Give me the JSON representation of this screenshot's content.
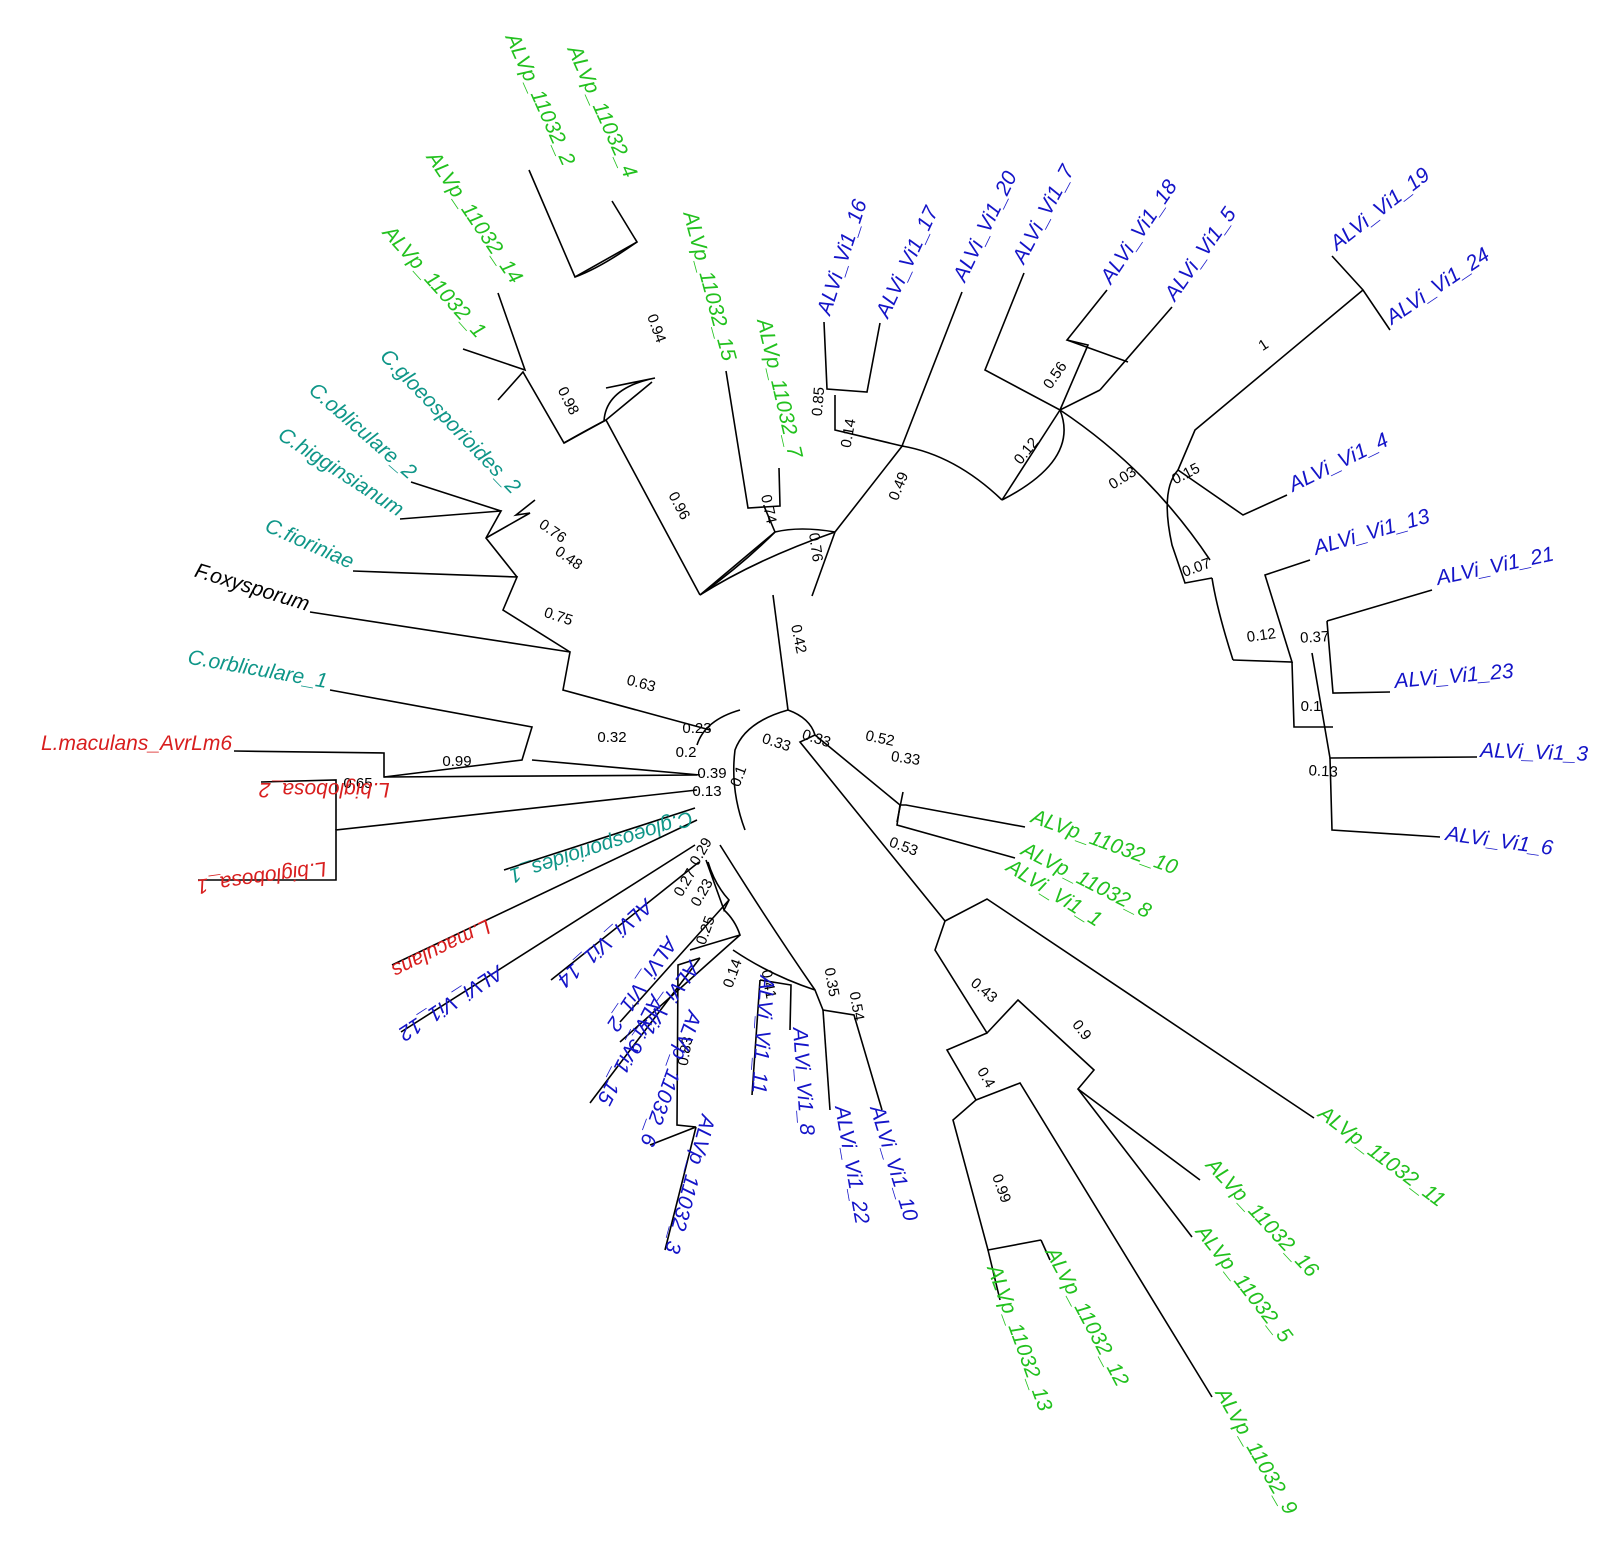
{
  "palette": {
    "alvp": "#22c11e",
    "alvi": "#1414c8",
    "colletotrichum": "#0f9688",
    "leptosphaeria": "#d81e1e",
    "fusarium": "#000000"
  },
  "tips": [
    {
      "label": "ALVp_11032_2",
      "group": "alvp"
    },
    {
      "label": "ALVp_11032_4",
      "group": "alvp"
    },
    {
      "label": "ALVp_11032_14",
      "group": "alvp"
    },
    {
      "label": "ALVp_11032_1",
      "group": "alvp"
    },
    {
      "label": "ALVp_11032_15",
      "group": "alvp"
    },
    {
      "label": "ALVp_11032_7",
      "group": "alvp"
    },
    {
      "label": "ALVi_Vi1_16",
      "group": "alvi"
    },
    {
      "label": "ALVi_Vi1_17",
      "group": "alvi"
    },
    {
      "label": "ALVi_Vi1_20",
      "group": "alvi"
    },
    {
      "label": "ALVi_Vi1_7",
      "group": "alvi"
    },
    {
      "label": "ALVi_Vi1_18",
      "group": "alvi"
    },
    {
      "label": "ALVi_Vi1_5",
      "group": "alvi"
    },
    {
      "label": "ALVi_Vi1_19",
      "group": "alvi"
    },
    {
      "label": "ALVi_Vi1_24",
      "group": "alvi"
    },
    {
      "label": "ALVi_Vi1_4",
      "group": "alvi"
    },
    {
      "label": "ALVi_Vi1_13",
      "group": "alvi"
    },
    {
      "label": "ALVi_Vi1_21",
      "group": "alvi"
    },
    {
      "label": "ALVi_Vi1_23",
      "group": "alvi"
    },
    {
      "label": "ALVi_Vi1_3",
      "group": "alvi"
    },
    {
      "label": "ALVi_Vi1_6",
      "group": "alvi"
    },
    {
      "label": "ALVp_11032_10",
      "group": "alvp"
    },
    {
      "label": "ALVp_11032_8",
      "group": "alvp"
    },
    {
      "label": "ALVi_Vi1_1",
      "group": "alvp"
    },
    {
      "label": "ALVp_11032_11",
      "group": "alvp"
    },
    {
      "label": "ALVp_11032_16",
      "group": "alvp"
    },
    {
      "label": "ALVp_11032_5",
      "group": "alvp"
    },
    {
      "label": "ALVp_11032_9",
      "group": "alvp"
    },
    {
      "label": "ALVp_11032_12",
      "group": "alvp"
    },
    {
      "label": "ALVp_11032_13",
      "group": "alvp"
    },
    {
      "label": "ALVi_Vi1_10",
      "group": "alvi"
    },
    {
      "label": "ALVi_Vi1_22",
      "group": "alvi"
    },
    {
      "label": "ALVi_Vi1_8",
      "group": "alvi"
    },
    {
      "label": "ALVi_Vi1_11",
      "group": "alvi"
    },
    {
      "label": "ALVp_11032_3",
      "group": "alvi"
    },
    {
      "label": "ALVp_11032_6",
      "group": "alvi"
    },
    {
      "label": "ALVi_Vi1_15",
      "group": "alvi"
    },
    {
      "label": "ALVi_Vi1_2",
      "group": "alvi"
    },
    {
      "label": "ALVi_Vi1_9",
      "group": "alvi"
    },
    {
      "label": "ALVi_Vi1_14",
      "group": "alvi"
    },
    {
      "label": "ALVi_Vi1_12",
      "group": "alvi"
    },
    {
      "label": "L.maculans",
      "group": "leptosphaeria"
    },
    {
      "label": "C.gloeosporioides_1",
      "group": "colletotrichum"
    },
    {
      "label": "L.biglobosa_1",
      "group": "leptosphaeria"
    },
    {
      "label": "L.biglobosa_2",
      "group": "leptosphaeria"
    },
    {
      "label": "L.maculans_AvrLm6",
      "group": "leptosphaeria"
    },
    {
      "label": "C.orbliculare_1",
      "group": "colletotrichum"
    },
    {
      "label": "F.oxysporum",
      "group": "fusarium"
    },
    {
      "label": "C.fioriniae",
      "group": "colletotrichum"
    },
    {
      "label": "C.higginsianum",
      "group": "colletotrichum"
    },
    {
      "label": "C.obliculare_2",
      "group": "colletotrichum"
    },
    {
      "label": "C.gloeosporioides_2",
      "group": "colletotrichum"
    }
  ],
  "support_values": [
    "0.94",
    "0.98",
    "0.96",
    "0.74",
    "0.76",
    "0.85",
    "0.14",
    "0.49",
    "0.56",
    "0.12",
    "1",
    "0.03",
    "0.15",
    "0.07",
    "0.12",
    "0.37",
    "0.1",
    "0.13",
    "0.42",
    "0.76",
    "0.48",
    "0.75",
    "0.63",
    "0.23",
    "0.32",
    "0.99",
    "0.65",
    "0.2",
    "0.39",
    "0.13",
    "0.1",
    "0.33",
    "0.33",
    "0.52",
    "0.33",
    "0.53",
    "0.43",
    "0.9",
    "0.4",
    "0.99",
    "0.29",
    "0.27",
    "0.23",
    "0.25",
    "0.14",
    "0.41",
    "0.35",
    "0.54",
    "0.83"
  ]
}
